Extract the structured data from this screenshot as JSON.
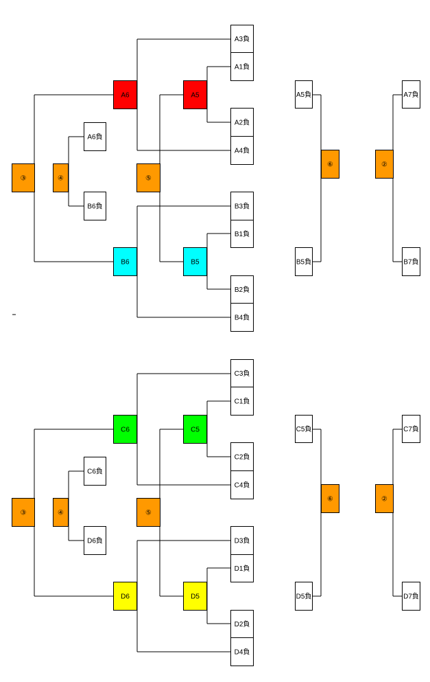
{
  "colors": {
    "orange": "#ff9900",
    "red": "#ff0000",
    "cyan": "#00ffff",
    "green": "#00ff00",
    "yellow": "#ffff00",
    "white": "#ffffff",
    "line": "#000000"
  },
  "diagrams": [
    {
      "round_labels": {
        "third": "③",
        "fourth": "④",
        "fifth": "⑤",
        "sixth": "⑥",
        "second": "②"
      },
      "winners": {
        "upper6": "A6",
        "upper5": "A5",
        "lower6": "B6",
        "lower5": "B5"
      },
      "winner_colors": {
        "upper": "red",
        "lower": "cyan"
      },
      "entries": {
        "upper3": "A3負",
        "upper1": "A1負",
        "upper2": "A2負",
        "upper4": "A4負",
        "lower3": "B3負",
        "lower1": "B1負",
        "lower2": "B2負",
        "lower4": "B4負",
        "upper6_loss": "A6負",
        "lower6_loss": "B6負",
        "upper5_loss": "A5負",
        "lower5_loss": "B5負",
        "upper7_loss": "A7負",
        "lower7_loss": "B7負"
      }
    },
    {
      "round_labels": {
        "third": "③",
        "fourth": "④",
        "fifth": "⑤",
        "sixth": "⑥",
        "second": "②"
      },
      "winners": {
        "upper6": "C6",
        "upper5": "C5",
        "lower6": "D6",
        "lower5": "D5"
      },
      "winner_colors": {
        "upper": "green",
        "lower": "yellow"
      },
      "entries": {
        "upper3": "C3負",
        "upper1": "C1負",
        "upper2": "C2負",
        "upper4": "C4負",
        "lower3": "D3負",
        "lower1": "D1負",
        "lower2": "D2負",
        "lower4": "D4負",
        "upper6_loss": "C6負",
        "lower6_loss": "D6負",
        "upper5_loss": "C5負",
        "lower5_loss": "D5負",
        "upper7_loss": "C7負",
        "lower7_loss": "D7負"
      }
    }
  ]
}
